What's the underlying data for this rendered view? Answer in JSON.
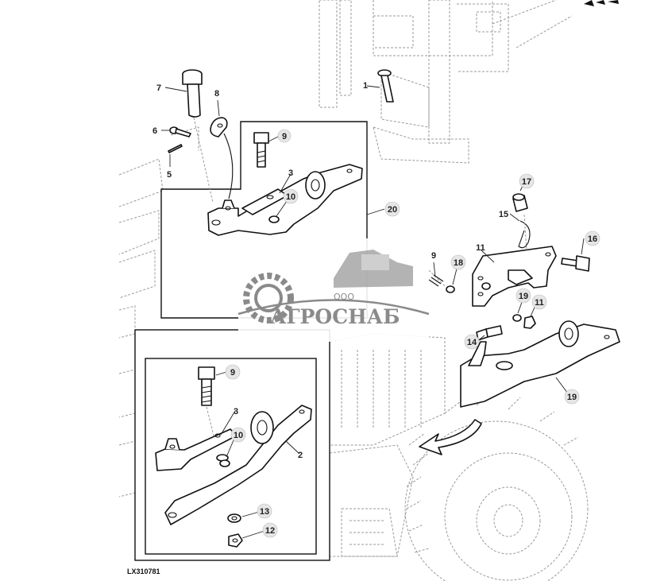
{
  "drawing_code": "LX310781",
  "watermark": {
    "company_prefix": "ООО",
    "company_name": "АГРОСНАБ"
  },
  "callouts": [
    {
      "id": "c1",
      "label": "1"
    },
    {
      "id": "c2",
      "label": "2"
    },
    {
      "id": "c3a",
      "label": "3"
    },
    {
      "id": "c3b",
      "label": "3"
    },
    {
      "id": "c5",
      "label": "5"
    },
    {
      "id": "c6",
      "label": "6"
    },
    {
      "id": "c7",
      "label": "7"
    },
    {
      "id": "c8",
      "label": "8"
    },
    {
      "id": "c9a",
      "label": "9"
    },
    {
      "id": "c9b",
      "label": "9"
    },
    {
      "id": "c9c",
      "label": "9"
    },
    {
      "id": "c10a",
      "label": "10"
    },
    {
      "id": "c10b",
      "label": "10"
    },
    {
      "id": "c11a",
      "label": "11"
    },
    {
      "id": "c11b",
      "label": "11"
    },
    {
      "id": "c12",
      "label": "12"
    },
    {
      "id": "c13",
      "label": "13"
    },
    {
      "id": "c14",
      "label": "14"
    },
    {
      "id": "c15",
      "label": "15"
    },
    {
      "id": "c16",
      "label": "16"
    },
    {
      "id": "c17",
      "label": "17"
    },
    {
      "id": "c18",
      "label": "18"
    },
    {
      "id": "c19a",
      "label": "19"
    },
    {
      "id": "c19b",
      "label": "19"
    },
    {
      "id": "c20",
      "label": "20"
    }
  ],
  "colors": {
    "line": "#111111",
    "ghost_line": "#9a9a9a",
    "watermark": "#8a8a8a",
    "callout_fill": "#e6e6e6"
  }
}
